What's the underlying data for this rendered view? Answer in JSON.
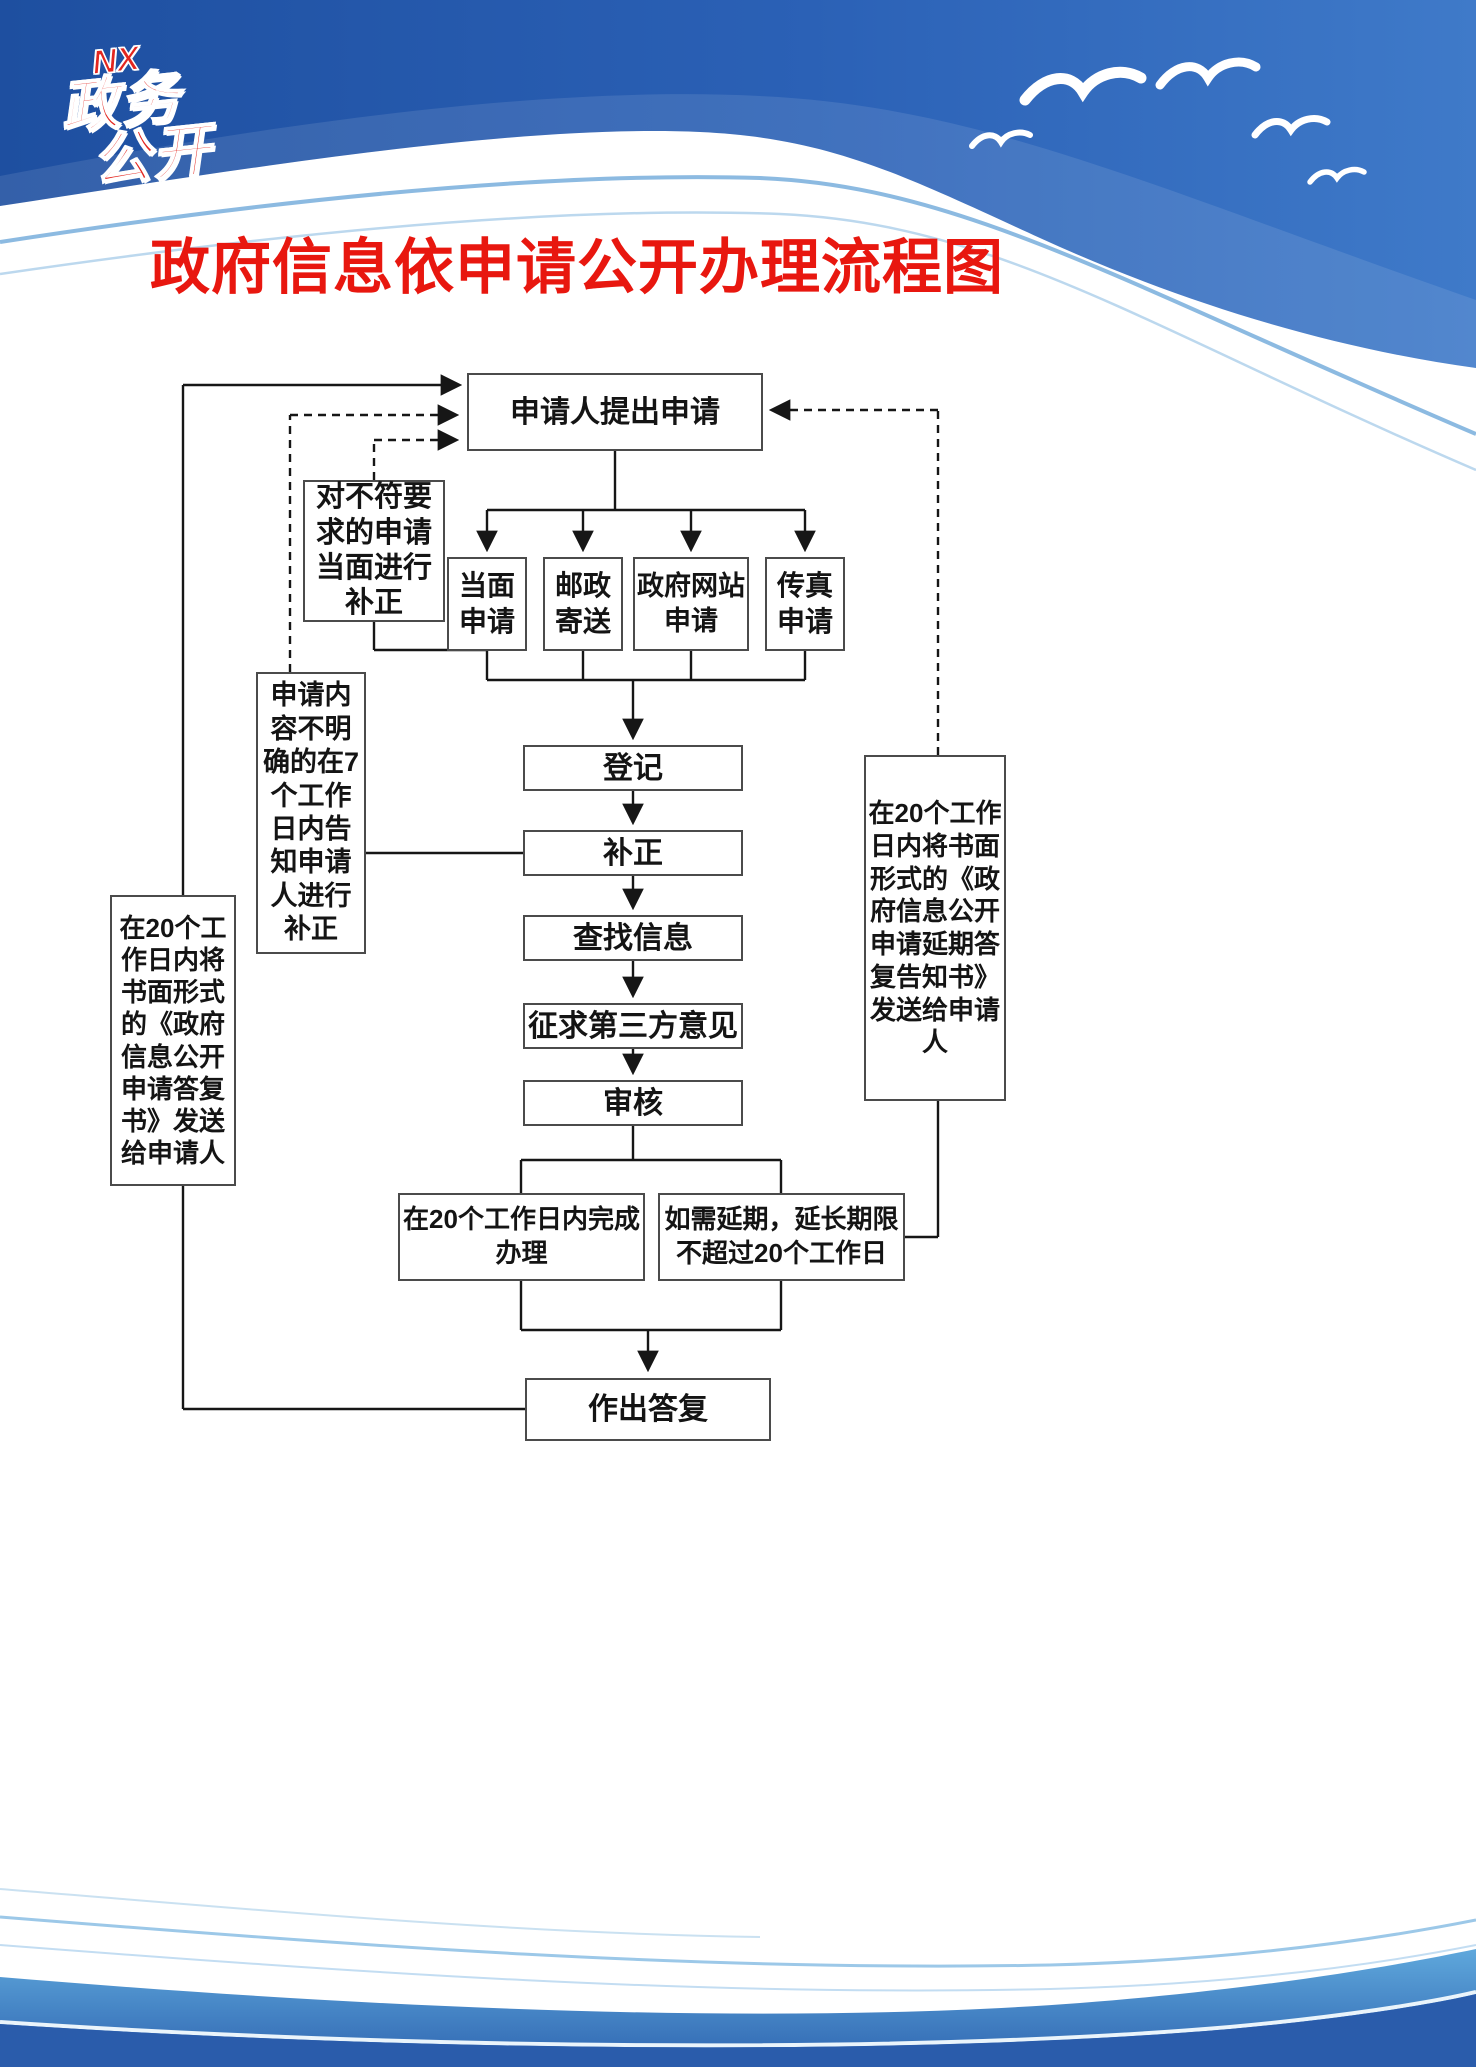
{
  "header": {
    "logo": {
      "badge": "NX",
      "line1": "政务",
      "line2": "公开"
    },
    "title": "政府信息依申请公开办理流程图"
  },
  "flow": {
    "apply": "申请人提出申请",
    "correct_onsite": "对不符要求的申请当面进行补正",
    "channel_in_person": "当面申请",
    "channel_mail": "邮政寄送",
    "channel_website": "政府网站申请",
    "channel_fax": "传真申请",
    "register": "登记",
    "supplement": "补正",
    "search_info": "查找信息",
    "third_party": "征求第三方意见",
    "review": "审核",
    "note_unclear": "申请内容不明确的在7个工作日内告知申请人进行补正",
    "complete_in_20": "在20个工作日内完成办理",
    "extension": "如需延期，延长期限不超过20个工作日",
    "reply": "作出答复",
    "note_reply_letter": "在20个工作日内将书面形式的《政府信息公开申请答复书》发送给申请人",
    "note_extension_letter": "在20个工作日内将书面形式的《政府信息公开申请延期答复告知书》发送给申请人"
  },
  "colors": {
    "header_blue_dark": "#1e4fa0",
    "header_blue_light": "#3f7ac9",
    "title_red": "#e8170f",
    "logo_red": "#e3261f",
    "line_color": "#161616",
    "box_border": "#4b4b4b"
  }
}
